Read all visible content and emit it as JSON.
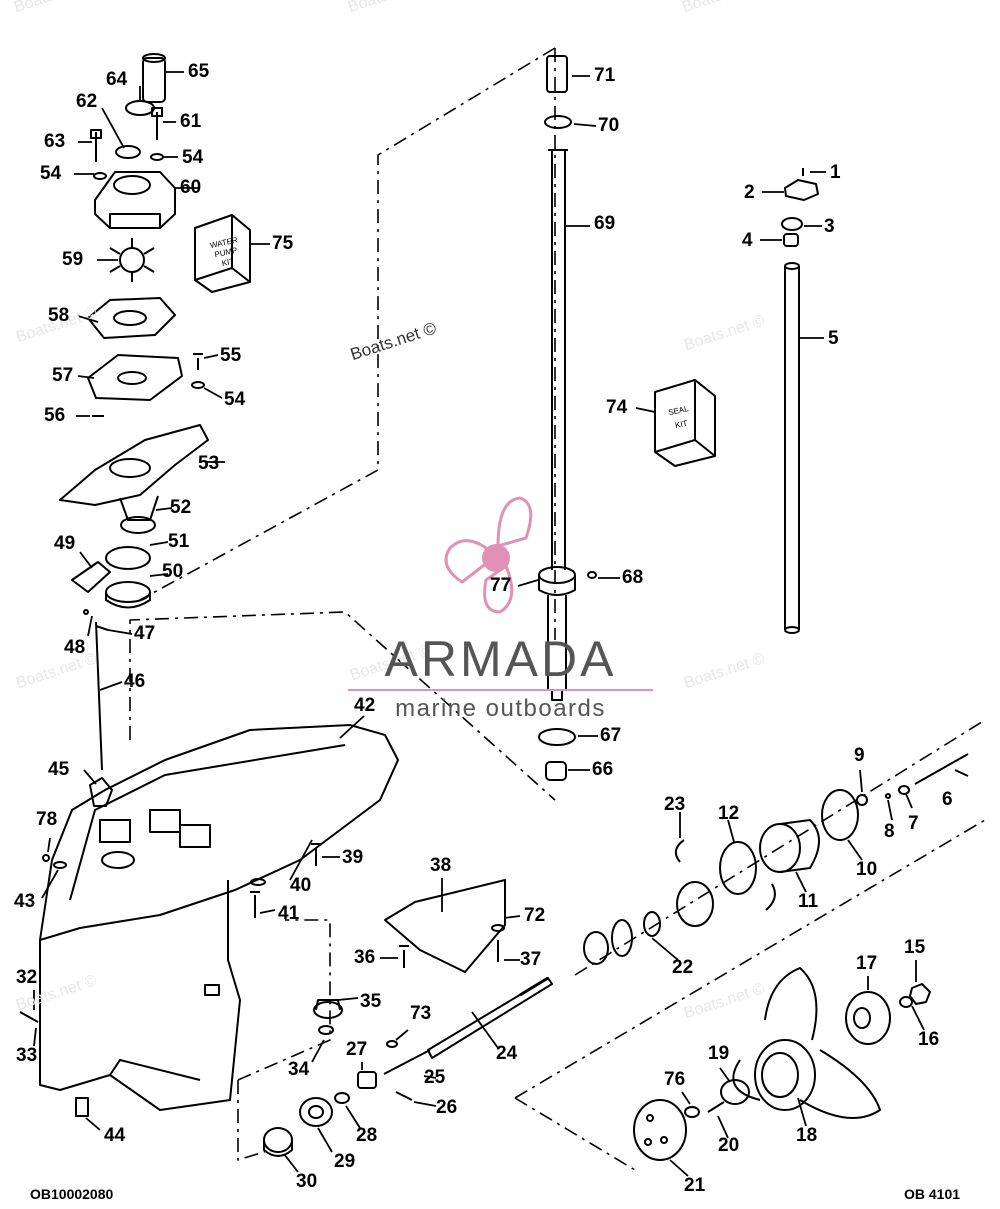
{
  "diagram": {
    "part_labels": [
      "1",
      "2",
      "3",
      "4",
      "5",
      "6",
      "7",
      "8",
      "9",
      "10",
      "11",
      "12",
      "15",
      "16",
      "17",
      "18",
      "19",
      "20",
      "21",
      "22",
      "23",
      "24",
      "25",
      "26",
      "27",
      "28",
      "29",
      "30",
      "32",
      "33",
      "34",
      "35",
      "36",
      "37",
      "38",
      "39",
      "40",
      "41",
      "42",
      "43",
      "44",
      "45",
      "46",
      "47",
      "48",
      "49",
      "50",
      "51",
      "52",
      "53",
      "54",
      "54",
      "54",
      "55",
      "56",
      "57",
      "58",
      "59",
      "60",
      "61",
      "62",
      "63",
      "64",
      "65",
      "66",
      "67",
      "68",
      "69",
      "70",
      "71",
      "72",
      "73",
      "74",
      "75",
      "76",
      "77",
      "78"
    ],
    "code_left": "OB10002080",
    "code_right": "OB 4101",
    "kits": {
      "water_pump": [
        "WATER",
        "PUMP",
        "KIT"
      ],
      "seal": [
        "SEAL",
        "KIT"
      ]
    }
  },
  "watermarks": [
    "Boats.net ©",
    "Boats.net ©",
    "Boats.net ©",
    "Boats.net ©",
    "Boats.net ©",
    "Boats.net ©",
    "Boats.net ©",
    "Boats.net ©",
    "Boats.net ©",
    "Boats.net ©",
    "Boats.net ©"
  ],
  "brand": {
    "name": "ARMADA",
    "subtitle": "marine outboards",
    "accent": "#e091b4",
    "text_color": "#555555"
  }
}
